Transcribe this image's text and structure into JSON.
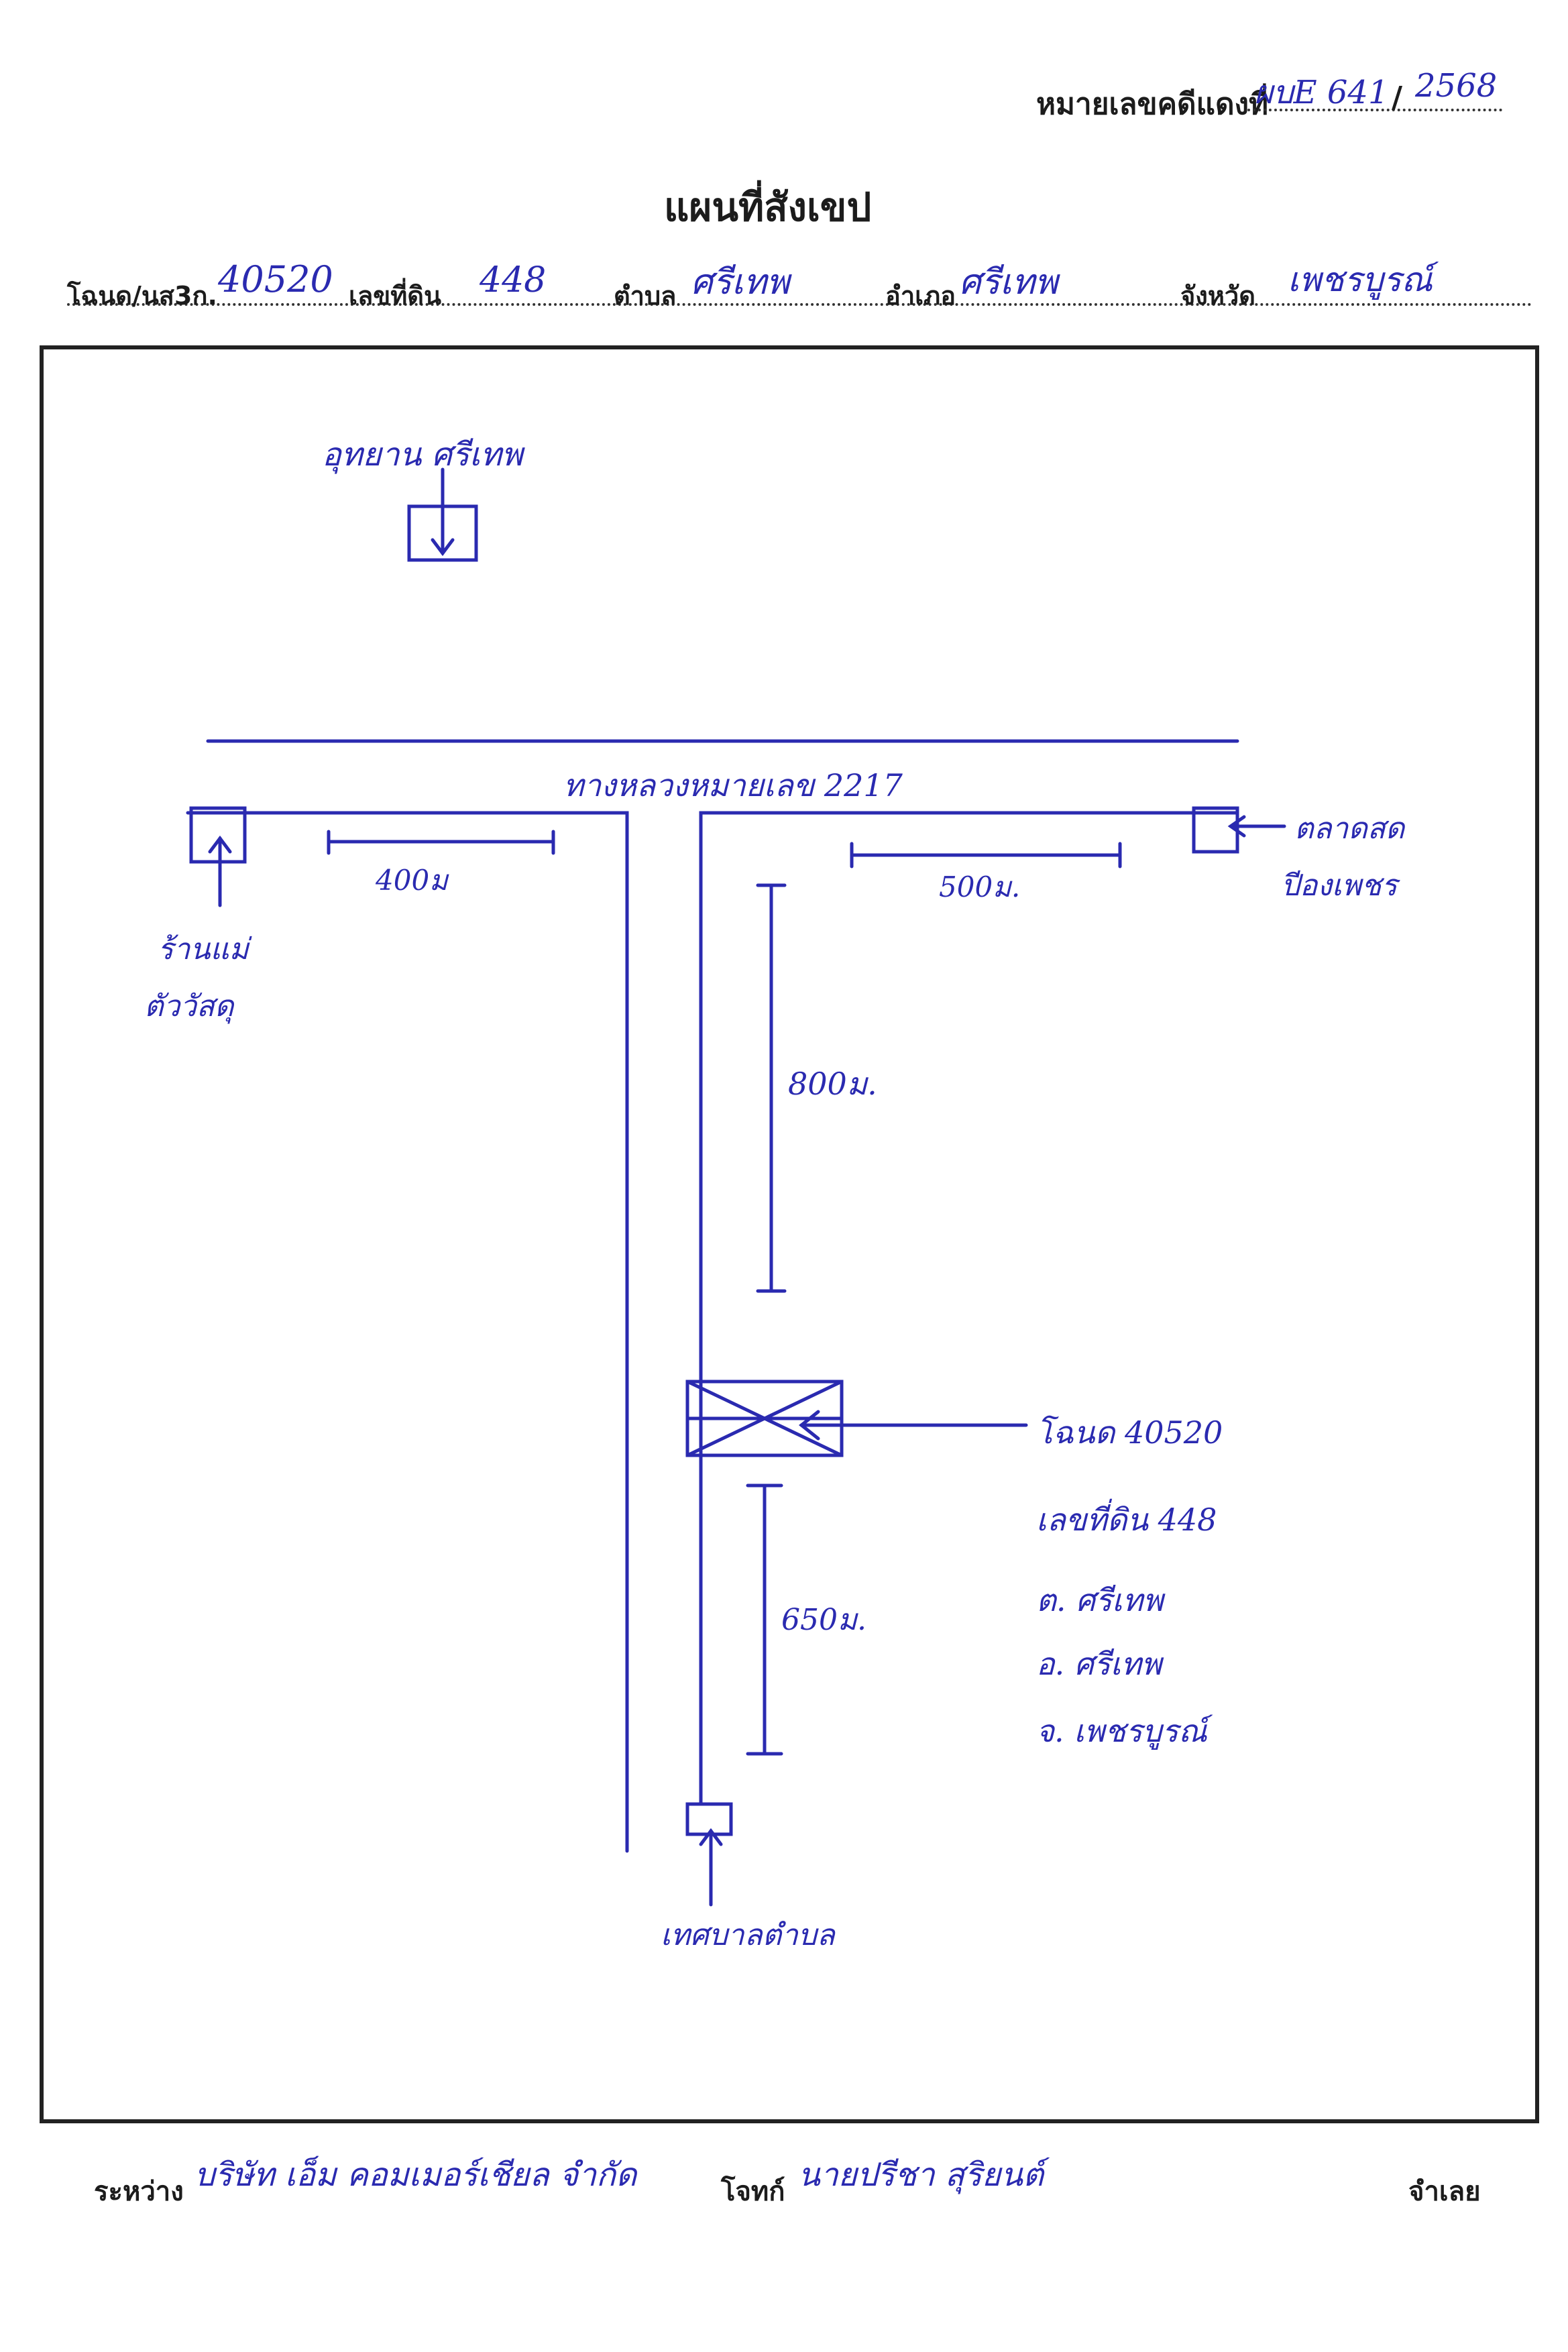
{
  "header": {
    "case_label": "หมายเลขคดีแดงที่",
    "case_value": "ผบE 641",
    "case_sep": "/",
    "case_year": "2568"
  },
  "title": "แผนที่สังเขป",
  "deed_row": {
    "deed_label": "โฉนด/นส3ก.",
    "deed_value": "40520",
    "lot_label": "เลขที่ดิน",
    "lot_value": "448",
    "tambon_label": "ตำบล",
    "tambon_value": "ศรีเทพ",
    "amphoe_label": "อำเภอ",
    "amphoe_value": "ศรีเทพ",
    "province_label": "จังหวัด",
    "province_value": "เพชรบูรณ์"
  },
  "map": {
    "park": "อุทยาน ศรีเทพ",
    "road": "ทางหลวงหมายเลข 2217",
    "left_shop_1": "ร้านแม่",
    "left_shop_2": "ตัววัสดุ",
    "dist_left": "400ม",
    "dist_right": "500ม.",
    "market_1": "ตลาดสด",
    "market_2": "ปีองเพชร",
    "dist_north": "800ม.",
    "dist_south": "650ม.",
    "land_1": "โฉนด 40520",
    "land_2": "เลขที่ดิน 448",
    "land_3": "ต. ศรีเทพ",
    "land_4": "อ. ศรีเทพ",
    "land_5": "จ. เพชรบูรณ์",
    "south_place": "เทศบาลตำบล"
  },
  "footer": {
    "between_label": "ระหว่าง",
    "plaintiff": "บริษัท เอ็ม คอมเมอร์เชียล จำกัด",
    "plaintiff_role": "โจทก์",
    "defendant": "นายปรีชา สุริยนต์",
    "defendant_role": "จำเลย"
  },
  "ink_color": "#2a2ab0"
}
